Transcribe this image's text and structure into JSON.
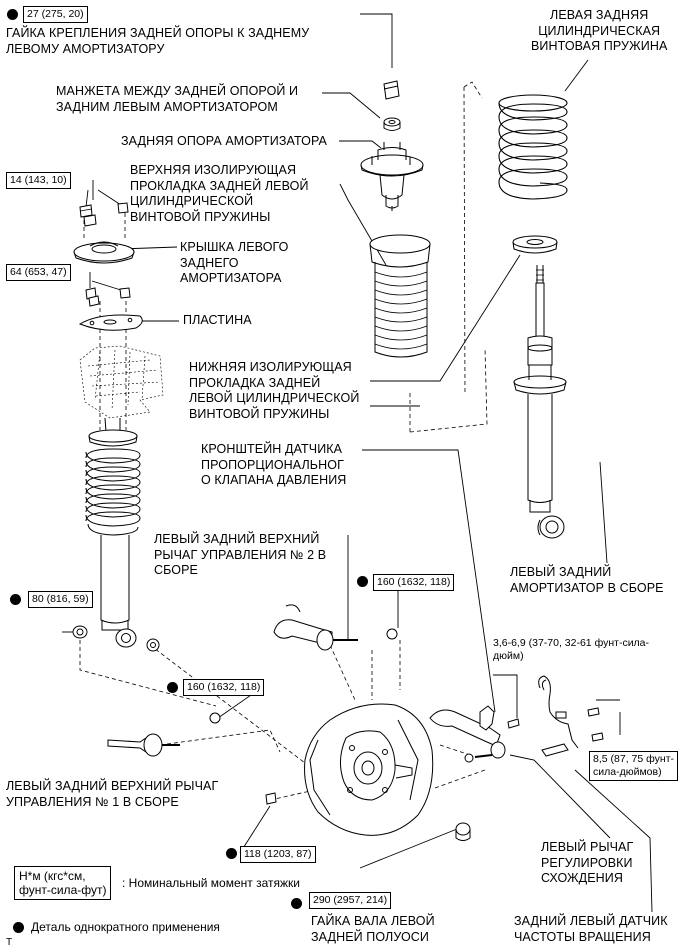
{
  "labels": {
    "nut_rear_support": "ГАЙКА КРЕПЛЕНИЯ ЗАДНЕЙ ОПОРЫ К ЗАДНЕМУ\nЛЕВОМУ АМОРТИЗАТОРУ",
    "cuff": "МАНЖЕТА МЕЖДУ ЗАДНЕЙ ОПОРОЙ И\nЗАДНИМ ЛЕВЫМ АМОРТИЗАТОРОМ",
    "rear_support": "ЗАДНЯЯ ОПОРА АМОРТИЗАТОРА",
    "upper_insulator": "ВЕРХНЯЯ ИЗОЛИРУЮЩАЯ\nПРОКЛАДКА ЗАДНЕЙ ЛЕВОЙ\nЦИЛИНДРИЧЕСКОЙ\nВИНТОВОЙ ПРУЖИНЫ",
    "spring": "ЛЕВАЯ ЗАДНЯЯ\nЦИЛИНДРИЧЕСКАЯ\nВИНТОВАЯ ПРУЖИНА",
    "cover": "КРЫШКА ЛЕВОГО\nЗАДНЕГО\nАМОРТИЗАТОРА",
    "plate": "ПЛАСТИНА",
    "lower_insulator": "НИЖНЯЯ ИЗОЛИРУЮЩАЯ\nПРОКЛАДКА ЗАДНЕЙ\nЛЕВОЙ ЦИЛИНДРИЧЕСКОЙ\nВИНТОВОЙ ПРУЖИНЫ",
    "bracket": "КРОНШТЕЙН ДАТЧИКА\nПРОПОРЦИОНАЛЬНОГ\nО КЛАПАНА ДАВЛЕНИЯ",
    "upper_arm_2": "ЛЕВЫЙ ЗАДНИЙ ВЕРХНИЙ\nРЫЧАГ УПРАВЛЕНИЯ № 2 В\nСБОРЕ",
    "absorber": "ЛЕВЫЙ ЗАДНИЙ\nАМОРТИЗАТОР В СБОРЕ",
    "upper_arm_1": "ЛЕВЫЙ ЗАДНИЙ ВЕРХНИЙ РЫЧАГ\nУПРАВЛЕНИЯ № 1 В СБОРЕ",
    "toe_arm": "ЛЕВЫЙ РЫЧАГ\nРЕГУЛИРОВКИ\nСХОЖДЕНИЯ",
    "axle_nut": "ГАЙКА ВАЛА ЛЕВОЙ\nЗАДНЕЙ ПОЛУОСИ",
    "speed_sensor": "ЗАДНИЙ ЛЕВЫЙ ДАТЧИК\nЧАСТОТЫ ВРАЩЕНИЯ"
  },
  "torques": {
    "t27": "27 (275, 20)",
    "t14": "14 (143, 10)",
    "t64": "64 (653, 47)",
    "t80": "80 (816, 59)",
    "t160a": "160 (1632, 118)",
    "t160b": "160 (1632, 118)",
    "t36": "3,6-6,9 (37-70, 32-61 фунт-сила-\nдюйм)",
    "t85": "8,5 (87, 75 фунт-\nсила-дюймов)",
    "t118": "118 (1203, 87)",
    "t290": "290 (2957, 214)"
  },
  "legend": {
    "unit_box": "Н*м (кгс*см,\nфунт-сила-фут)",
    "unit_text": ": Номинальный момент затяжки",
    "single_use": "Деталь однократного применения",
    "corner": "T"
  }
}
